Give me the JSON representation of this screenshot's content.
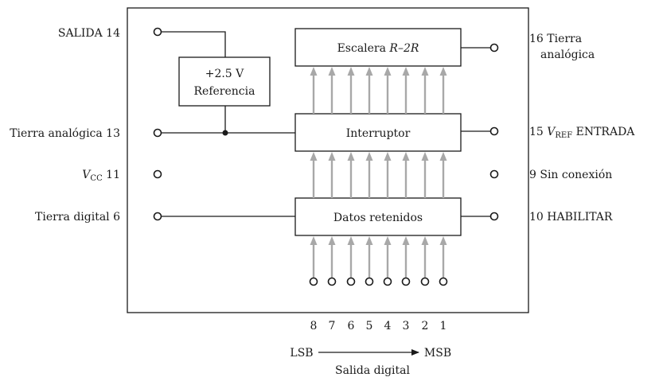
{
  "pins_left": [
    {
      "text": "SALIDA 14"
    },
    {
      "text": "Tierra analógica 13"
    },
    {
      "symbol": "V",
      "sub": "CC",
      "text": " 11"
    },
    {
      "text": "Tierra digital 6"
    }
  ],
  "pins_right": [
    {
      "line1": "16  Tierra",
      "line2": "analógica"
    },
    {
      "pre": "15 ",
      "symbol": "V",
      "sub": "REF",
      "text": " ENTRADA"
    },
    {
      "text": "9  Sin conexión"
    },
    {
      "text": "10  HABILITAR"
    }
  ],
  "blocks": {
    "ladder": {
      "prefix": "Escalera ",
      "italic": "R–2R"
    },
    "reference": {
      "line1": "+2.5 V",
      "line2": "Referencia"
    },
    "switch": "Interruptor",
    "latch": "Datos retenidos"
  },
  "bit_numbers": [
    "8",
    "7",
    "6",
    "5",
    "4",
    "3",
    "2",
    "1"
  ],
  "bottom": {
    "lsb": "LSB",
    "msb": "MSB",
    "caption": "Salida digital"
  }
}
